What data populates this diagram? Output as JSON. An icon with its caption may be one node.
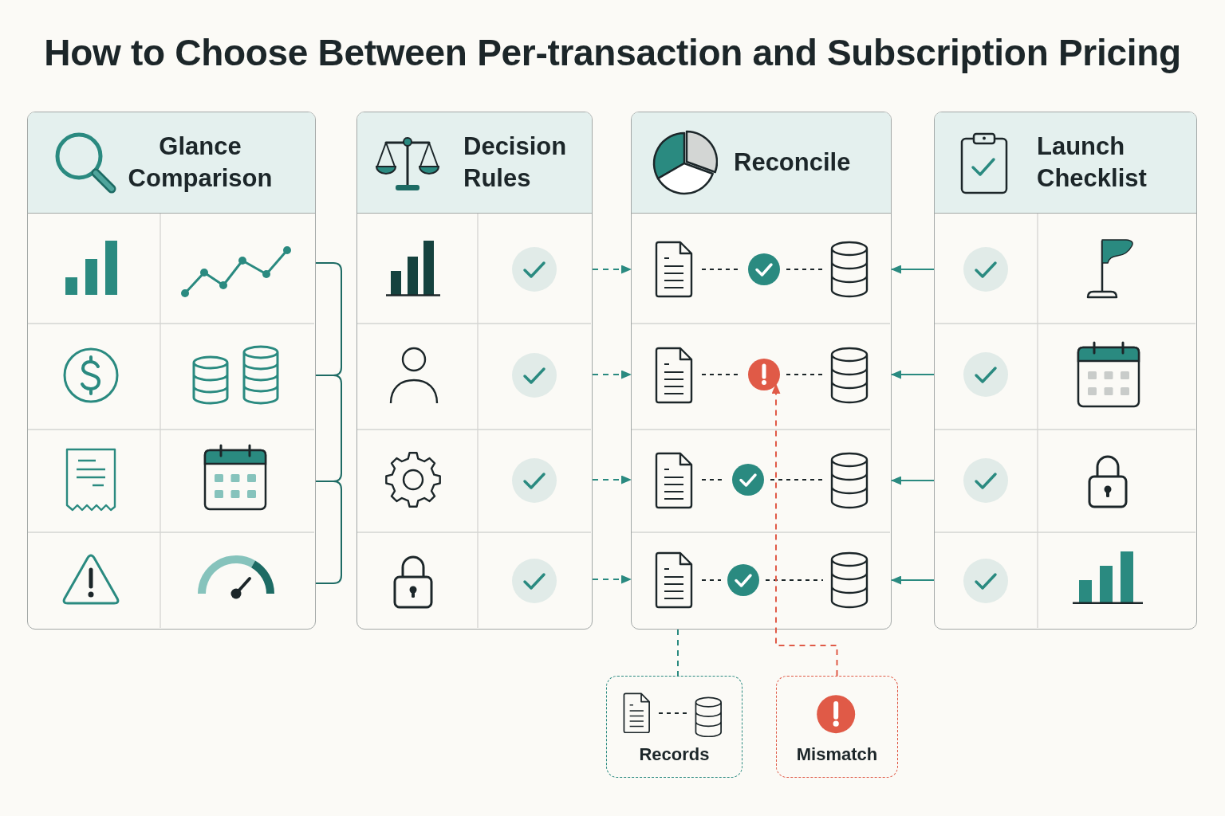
{
  "diagram": {
    "title": "How to Choose Between Per-transaction and Subscription Pricing",
    "nodes": [
      {
        "text": [
          "Glance Comparison"
        ]
      },
      {
        "text": [
          "Decision Rules"
        ]
      },
      {
        "text": [
          "Reconcile"
        ]
      },
      {
        "text": [],
        "shape": "circle",
        "in": 2
      },
      {
        "text": [
          "Launch Checklist"
        ]
      },
      {
        "text": [
          "Records"
        ]
      },
      {
        "text": [
          "Mismatch"
        ]
      }
    ],
    "edges": [
      {
        "from": 1,
        "to": 2,
        "arrow": "to",
        "style": "dashed"
      },
      {
        "from": 1,
        "to": 2,
        "arrow": "to",
        "style": "dashed"
      },
      {
        "from": 1,
        "to": 2,
        "arrow": "to",
        "style": "dashed"
      },
      {
        "from": 1,
        "to": 2,
        "arrow": "to",
        "style": "dashed"
      },
      {
        "from": 4,
        "to": 2,
        "arrow": "to"
      },
      {
        "from": 4,
        "to": 2,
        "arrow": "to"
      },
      {
        "from": 4,
        "to": 2,
        "arrow": "to"
      },
      {
        "from": 4,
        "to": 2,
        "arrow": "to"
      },
      {
        "from": 2,
        "to": 5,
        "arrow": "none",
        "style": "dashed"
      },
      {
        "from": 6,
        "to": 3,
        "arrow": "to",
        "style": "dashed",
        "color": "#e05a47"
      }
    ]
  }
}
